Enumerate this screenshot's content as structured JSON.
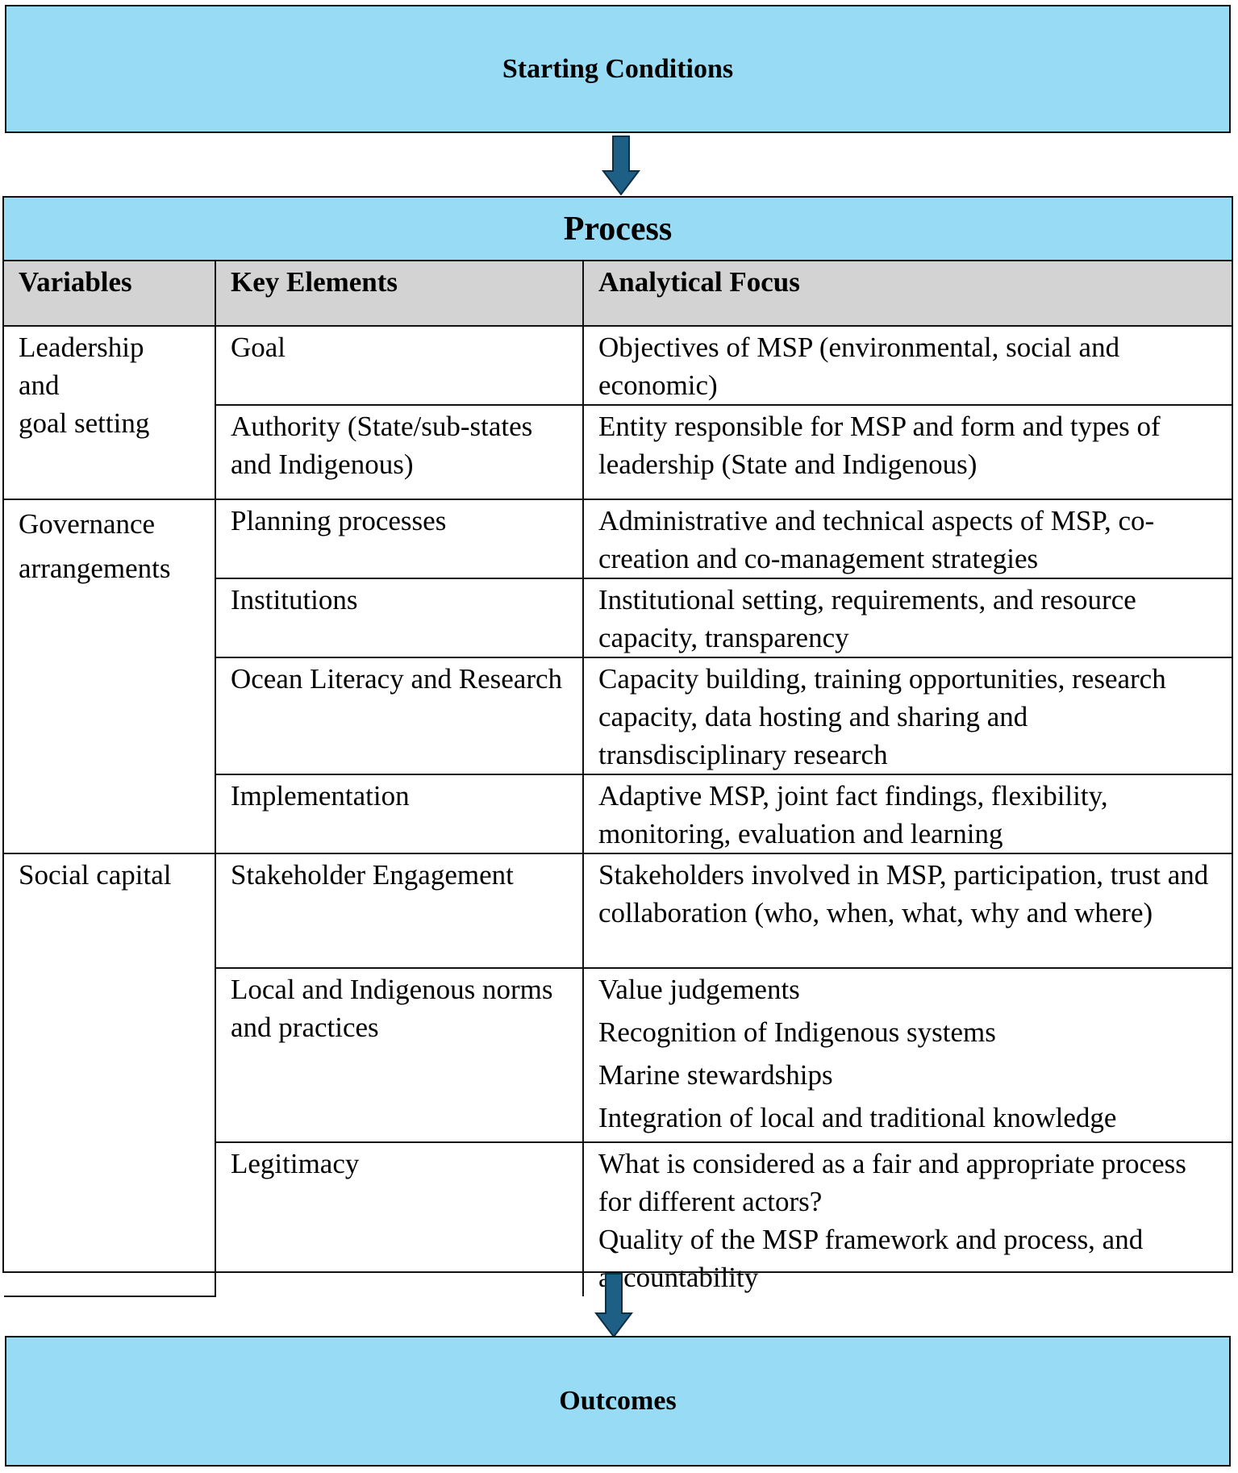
{
  "starting_conditions": {
    "title": "Starting Conditions"
  },
  "process": {
    "title": "Process",
    "columns": [
      "Variables",
      "Key Elements",
      "Analytical Focus"
    ],
    "groups": [
      {
        "variable": "Leadership and goal setting",
        "rows": [
          {
            "key_element": "Goal",
            "focus": "Objectives of MSP (environmental, social and economic)"
          },
          {
            "key_element": "Authority (State/sub-states and Indigenous)",
            "focus": "Entity responsible for MSP and form and types of leadership (State and Indigenous)"
          }
        ]
      },
      {
        "variable": "Governance arrangements",
        "rows": [
          {
            "key_element": "Planning processes",
            "focus": "Administrative and technical aspects of MSP, co-creation and co-management strategies"
          },
          {
            "key_element": "Institutions",
            "focus": "Institutional setting, requirements, and resource capacity, transparency"
          },
          {
            "key_element": "Ocean Literacy and Research",
            "focus": "Capacity building, training opportunities, research capacity, data hosting and sharing and transdisciplinary research"
          },
          {
            "key_element": "Implementation",
            "focus": "Adaptive MSP, joint fact findings, flexibility, monitoring, evaluation and learning"
          }
        ]
      },
      {
        "variable": "Social capital",
        "rows": [
          {
            "key_element": "Stakeholder Engagement",
            "focus": "Stakeholders involved in MSP, participation, trust and collaboration (who, when, what, why and where)"
          },
          {
            "key_element": "Local and Indigenous norms and practices",
            "focus_items": [
              "Value judgements",
              "Recognition of Indigenous systems",
              "Marine stewardships",
              "Integration of local and traditional knowledge"
            ]
          },
          {
            "key_element": "Legitimacy",
            "focus_items": [
              "What is considered as a fair and appropriate process for different actors?",
              "Quality of the MSP framework and process, and accountability"
            ]
          }
        ]
      }
    ]
  },
  "outcomes": {
    "title": "Outcomes"
  },
  "colors": {
    "box_fill": "#97dcf4",
    "header_fill": "#d3d3d3",
    "arrow": "#1e5f86",
    "border": "#111111"
  }
}
